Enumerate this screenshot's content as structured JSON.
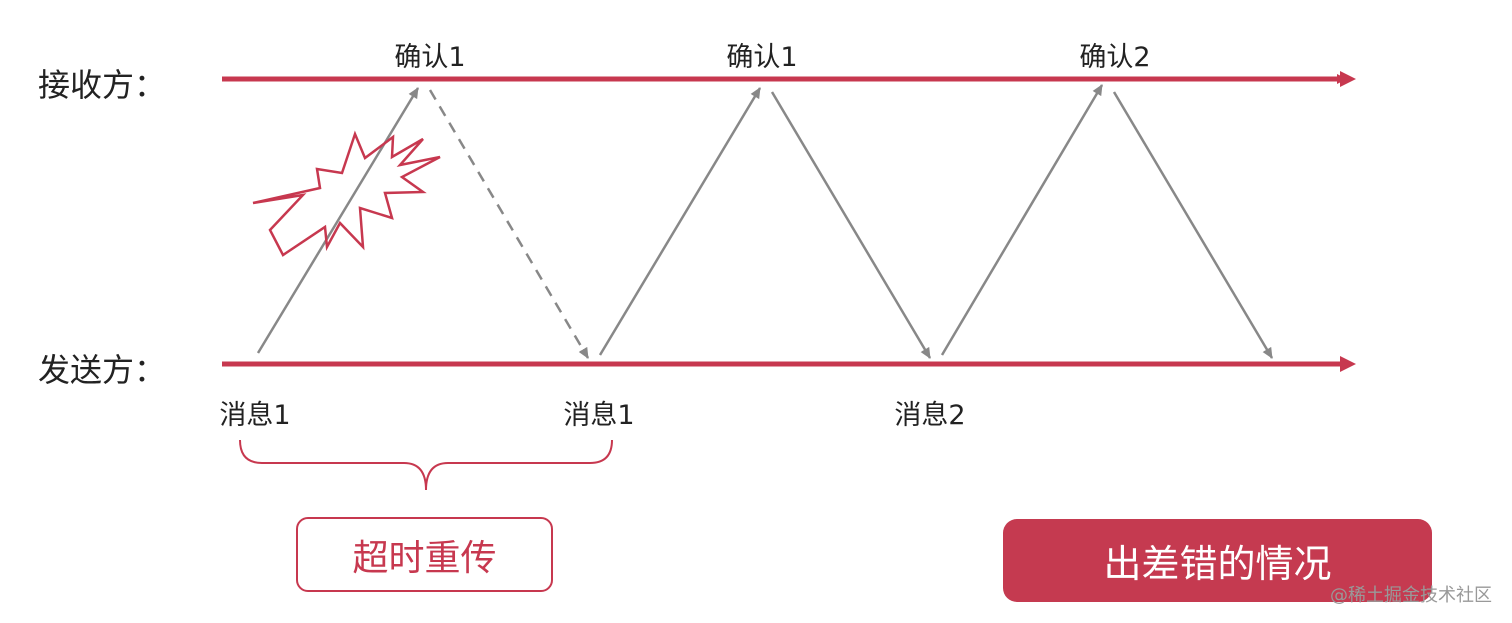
{
  "colors": {
    "accent": "#c7384f",
    "arrow": "#888888"
  },
  "receiver_label": "接收方：",
  "sender_label": "发送方：",
  "acks": [
    "确认1",
    "确认1",
    "确认2"
  ],
  "messages": [
    "消息1",
    "消息1",
    "消息2"
  ],
  "timeout_label": "超时重传",
  "title_badge": "出差错的情况",
  "watermark": "@稀土掘金技术社区"
}
